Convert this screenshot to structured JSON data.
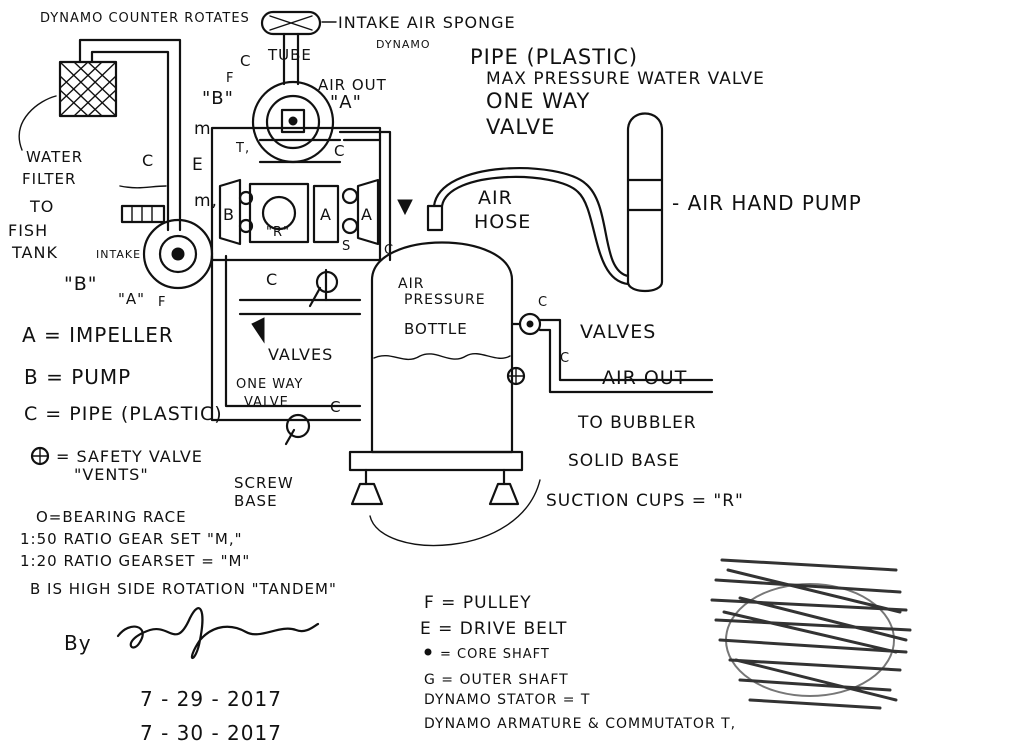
{
  "labels": {
    "dynamo_counter": "DYNAMO COUNTER ROTATES",
    "intake_air_sponge": "INTAKE AIR SPONGE",
    "dynamo": "DYNAMO",
    "tube": "TUBE",
    "air_out_top": "AIR OUT",
    "b_top": "\"B\"",
    "a_top": "\"A\"",
    "pipe_plastic": "PIPE (PLASTIC)",
    "max_pressure": "MAX PRESSURE WATER VALVE",
    "one_way": "ONE WAY",
    "valve": "VALVE",
    "water_filter_1": "WATER",
    "water_filter_2": "FILTER",
    "to_fish_tank_1": "TO",
    "to_fish_tank_2": "FISH",
    "to_fish_tank_3": "TANK",
    "intake": "INTAKE",
    "b_left": "\"B\"",
    "a_left": "\"A\"",
    "air_hose_1": "AIR",
    "air_hose_2": "HOSE",
    "air_hand_pump": "- AIR HAND PUMP",
    "air_pressure_1": "AIR",
    "air_pressure_2": "PRESSURE",
    "bottle": "BOTTLE",
    "valves_mid": "VALVES",
    "valves_right": "VALVES",
    "one_way_valve_1": "ONE WAY",
    "one_way_valve_2": "VALVE",
    "air_out_right": "AIR OUT",
    "to_bubbler": "TO BUBBLER",
    "solid_base": "SOLID BASE",
    "screw_base_1": "SCREW",
    "screw_base_2": "BASE",
    "suction_cups": "SUCTION CUPS = \"R\"",
    "r_center": "\"R\""
  },
  "part_letters": {
    "c": "C",
    "f": "F",
    "m": "m",
    "m1": "m,",
    "e": "E",
    "t1": "T,",
    "b": "B",
    "a": "A",
    "s": "S"
  },
  "legend": {
    "a": "A = IMPELLER",
    "b": "B = PUMP",
    "c": "C = PIPE (PLASTIC)",
    "safety_1": "= SAFETY VALVE",
    "safety_2": "\"VENTS\"",
    "bearing": "O=BEARING RACE",
    "gear_50": "1:50 RATIO GEAR SET \"M,\"",
    "gear_20": "1:20 RATIO GEARSET = \"M\"",
    "high_side": "B IS HIGH SIDE ROTATION \"TANDEM\""
  },
  "legend2": {
    "f": "F = PULLEY",
    "e": "E = DRIVE BELT",
    "core": "= CORE SHAFT",
    "g": "G = OUTER SHAFT",
    "stator": "DYNAMO STATOR = T",
    "armature": "DYNAMO ARMATURE & COMMUTATOR T,"
  },
  "signature": {
    "by": "By",
    "date1": "7 - 29 - 2017",
    "date2": "7 - 30 - 2017"
  }
}
